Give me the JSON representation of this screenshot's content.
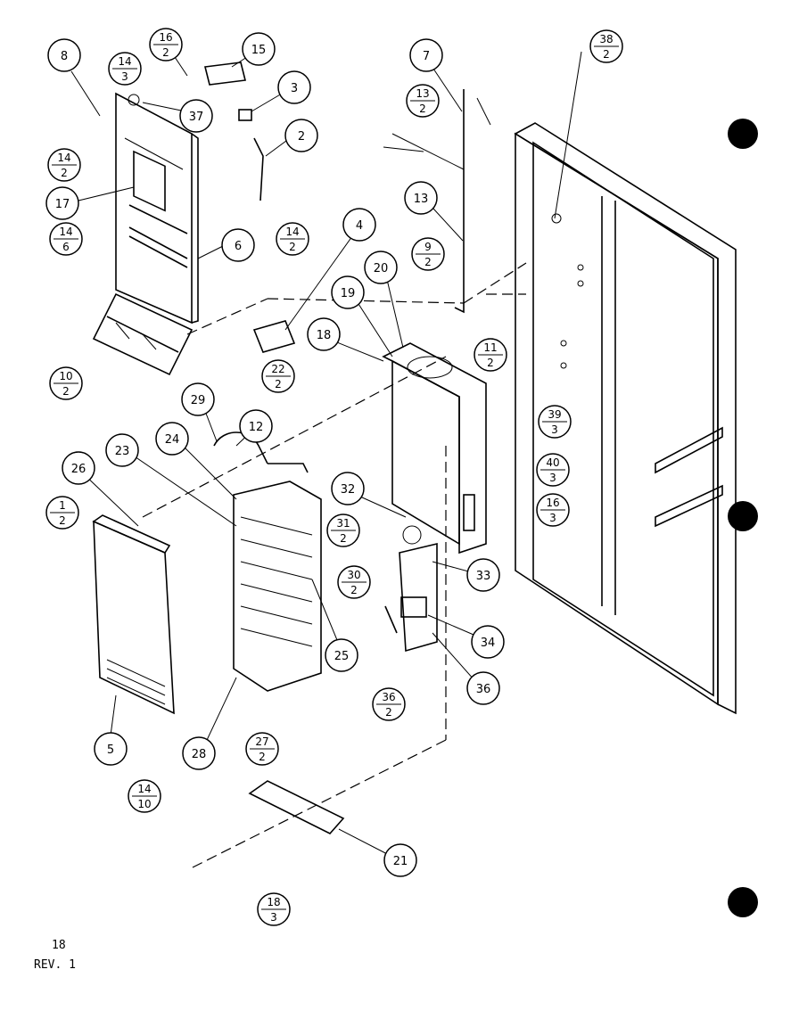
{
  "callouts": [
    {
      "id": "c8",
      "text": "8"
    },
    {
      "id": "c15",
      "text": "15"
    },
    {
      "id": "c3",
      "text": "3"
    },
    {
      "id": "c37",
      "text": "37"
    },
    {
      "id": "c2",
      "text": "2"
    },
    {
      "id": "c17",
      "text": "17"
    },
    {
      "id": "c6",
      "text": "6"
    },
    {
      "id": "c4",
      "text": "4"
    },
    {
      "id": "c7",
      "text": "7"
    },
    {
      "id": "c13",
      "text": "13"
    },
    {
      "id": "c20",
      "text": "20"
    },
    {
      "id": "c19",
      "text": "19"
    },
    {
      "id": "c18",
      "text": "18"
    },
    {
      "id": "c29",
      "text": "29"
    },
    {
      "id": "c12",
      "text": "12"
    },
    {
      "id": "c23",
      "text": "23"
    },
    {
      "id": "c24",
      "text": "24"
    },
    {
      "id": "c26",
      "text": "26"
    },
    {
      "id": "c32",
      "text": "32"
    },
    {
      "id": "c33",
      "text": "33"
    },
    {
      "id": "c34",
      "text": "34"
    },
    {
      "id": "c36",
      "text": "36"
    },
    {
      "id": "c25",
      "text": "25"
    },
    {
      "id": "c5",
      "text": "5"
    },
    {
      "id": "c28",
      "text": "28"
    },
    {
      "id": "c21",
      "text": "21"
    }
  ],
  "fractions": [
    {
      "id": "f16_2",
      "num": "16",
      "den": "2"
    },
    {
      "id": "f14_3",
      "num": "14",
      "den": "3"
    },
    {
      "id": "f14_2a",
      "num": "14",
      "den": "2"
    },
    {
      "id": "f14_6",
      "num": "14",
      "den": "6"
    },
    {
      "id": "f14_2b",
      "num": "14",
      "den": "2"
    },
    {
      "id": "f10_2",
      "num": "10",
      "den": "2"
    },
    {
      "id": "f22_2",
      "num": "22",
      "den": "2"
    },
    {
      "id": "f13_2",
      "num": "13",
      "den": "2"
    },
    {
      "id": "f9_2",
      "num": "9",
      "den": "2"
    },
    {
      "id": "f11_2",
      "num": "11",
      "den": "2"
    },
    {
      "id": "f38_2",
      "num": "38",
      "den": "2"
    },
    {
      "id": "f39_3",
      "num": "39",
      "den": "3"
    },
    {
      "id": "f40_3",
      "num": "40",
      "den": "3"
    },
    {
      "id": "f16_3",
      "num": "16",
      "den": "3"
    },
    {
      "id": "f31_2",
      "num": "31",
      "den": "2"
    },
    {
      "id": "f30_2",
      "num": "30",
      "den": "2"
    },
    {
      "id": "f1_2",
      "num": "1",
      "den": "2"
    },
    {
      "id": "f36_2",
      "num": "36",
      "den": "2"
    },
    {
      "id": "f27_2",
      "num": "27",
      "den": "2"
    },
    {
      "id": "f14_10",
      "num": "14",
      "den": "10"
    },
    {
      "id": "f18_3",
      "num": "18",
      "den": "3"
    }
  ],
  "footer": {
    "page": "18",
    "revision": "REV. 1"
  }
}
